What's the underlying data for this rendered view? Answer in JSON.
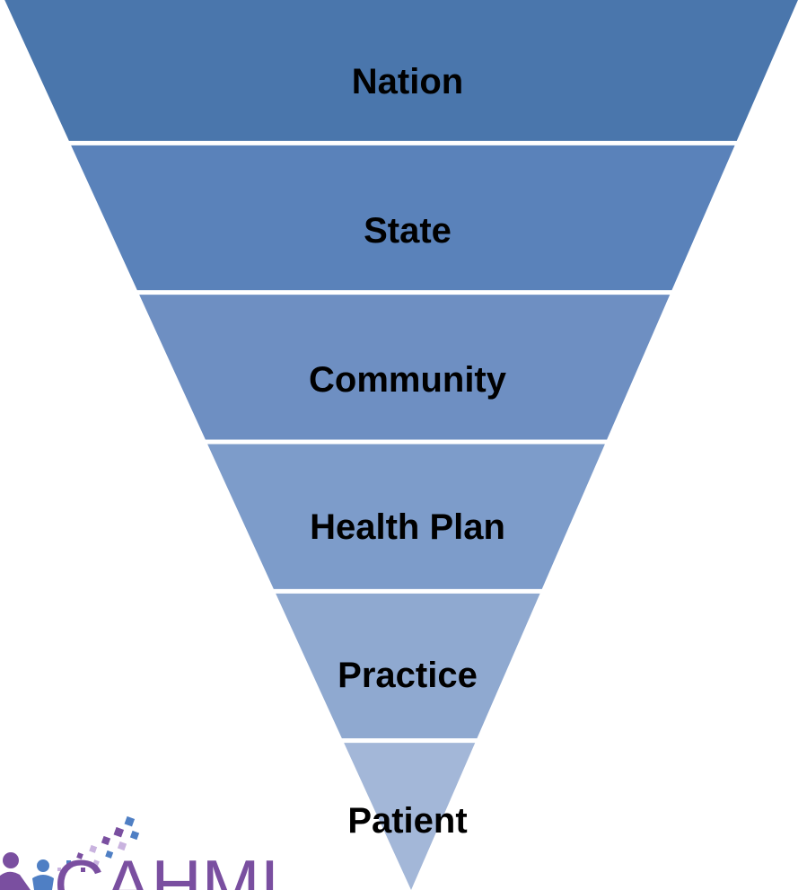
{
  "diagram": {
    "type": "inverted-pyramid",
    "levels": [
      {
        "label": "Nation",
        "color": "#4a76ac"
      },
      {
        "label": "State",
        "color": "#5a82ba"
      },
      {
        "label": "Community",
        "color": "#6e8fc2"
      },
      {
        "label": "Health Plan",
        "color": "#7d9cca"
      },
      {
        "label": "Practice",
        "color": "#8fa9d0"
      },
      {
        "label": "Patient",
        "color": "#a3b7d8"
      }
    ]
  },
  "logo": {
    "text": "CAHMI",
    "colors": {
      "primary": "#7a4fa0",
      "accent": "#4f7fc4",
      "light": "#c9b3df"
    }
  }
}
